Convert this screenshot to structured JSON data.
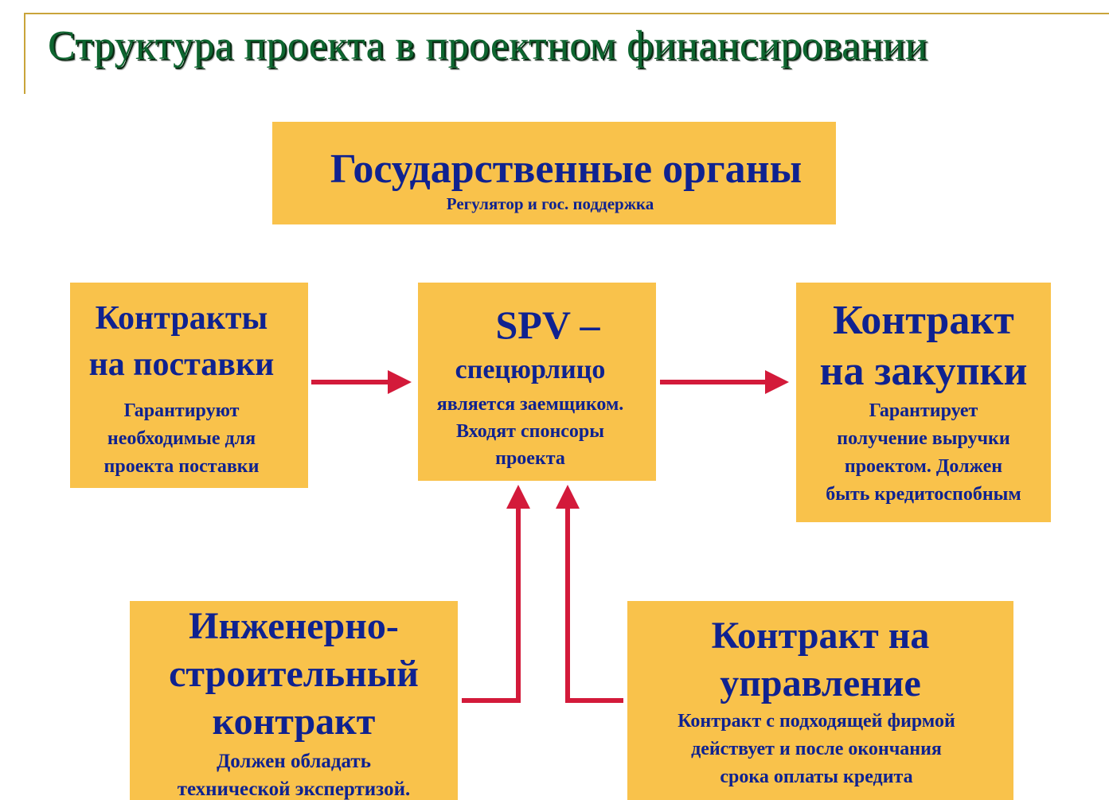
{
  "title": "Структура проекта в проектном финансировании",
  "colors": {
    "box": "#f9c24b",
    "text": "#0f2290",
    "arrow": "#d31a3a",
    "title": "#0e6630",
    "frame": "#c9a43a"
  },
  "nodes": {
    "gov": {
      "title": "Государственные органы",
      "subtitle": "Регулятор и гос. поддержка"
    },
    "supply": {
      "title_l1": "Контракты",
      "title_l2": "на поставки",
      "desc_l1": "Гарантируют",
      "desc_l2": "необходимые для",
      "desc_l3": "проекта поставки"
    },
    "spv": {
      "title_l1": "SPV –",
      "title_l2": "спецюрлицо",
      "desc_l1": "является заемщиком.",
      "desc_l2": "Входят спонсоры",
      "desc_l3": "проекта"
    },
    "purchase": {
      "title_l1": "Контракт",
      "title_l2": "на закупки",
      "desc_l1": "Гарантирует",
      "desc_l2": "получение выручки",
      "desc_l3": "проектом. Должен",
      "desc_l4": "быть кредитоспобным"
    },
    "engineering": {
      "title_l1": "Инженерно-",
      "title_l2": "строительный",
      "title_l3": "контракт",
      "desc_l1": "Должен обладать",
      "desc_l2": "технической экспертизой."
    },
    "management": {
      "title_l1": "Контракт на",
      "title_l2": "управление",
      "desc_l1": "Контракт с подходящей фирмой",
      "desc_l2": "действует и после окончания",
      "desc_l3": "срока оплаты кредита"
    }
  },
  "edges": [
    {
      "from": "supply",
      "to": "spv"
    },
    {
      "from": "spv",
      "to": "purchase"
    },
    {
      "from": "engineering",
      "to": "spv"
    },
    {
      "from": "management",
      "to": "spv"
    }
  ]
}
